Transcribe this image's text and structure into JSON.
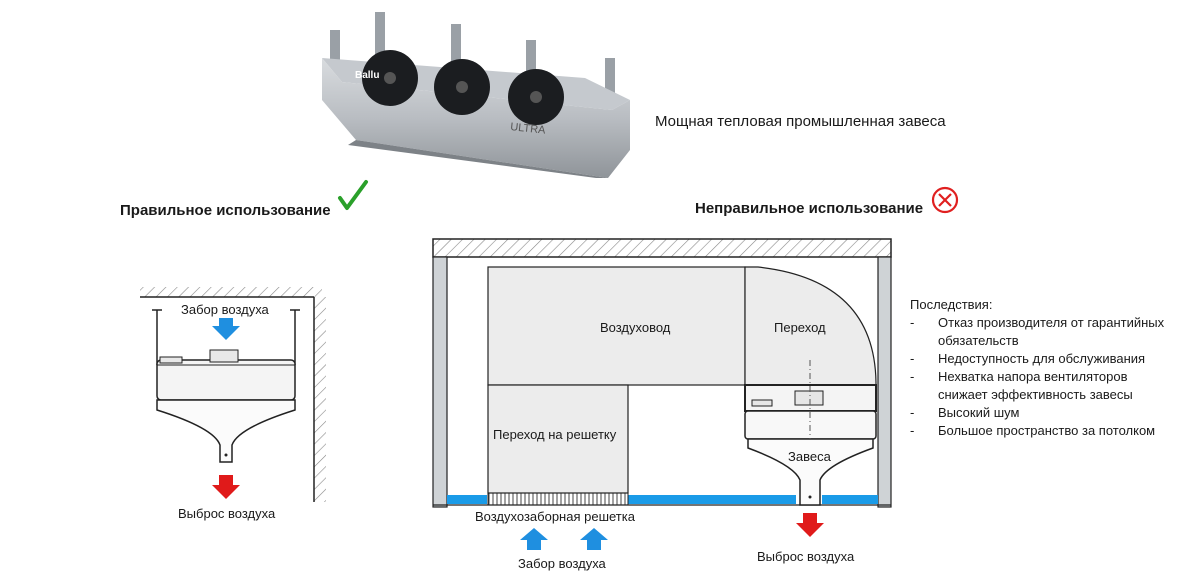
{
  "product": {
    "brand": "Ballu",
    "model": "ULTRA",
    "caption": "Мощная тепловая промышленная завеса"
  },
  "correct": {
    "heading": "Правильное использование",
    "icon": "check-icon",
    "air_intake_label": "Забор воздуха",
    "air_exhaust_label": "Выброс воздуха"
  },
  "incorrect": {
    "heading": "Неправильное использование",
    "icon": "cross-circle-icon",
    "duct_label": "Воздуховод",
    "transition_label": "Переход",
    "grille_transition_label": "Переход на решетку",
    "curtain_label": "Завеса",
    "intake_grille_label": "Воздухозаборная решетка",
    "air_intake_label": "Забор воздуха",
    "air_exhaust_label": "Выброс воздуха"
  },
  "consequences": {
    "title": "Последствия:",
    "items": [
      "Отказ производителя от гарантийных",
      "обязательств",
      "Недоступность для обслуживания",
      "Нехватка напора вентиляторов",
      "снижает эффективность завесы",
      "Высокий шум",
      "Большое пространство за потолком"
    ]
  },
  "colors": {
    "intake_arrow": "#1f8fe0",
    "exhaust_arrow": "#e01a1a",
    "check": "#2aa02a",
    "cross": "#e02020",
    "floor_strip": "#1a9be8",
    "wall": "#222222"
  }
}
